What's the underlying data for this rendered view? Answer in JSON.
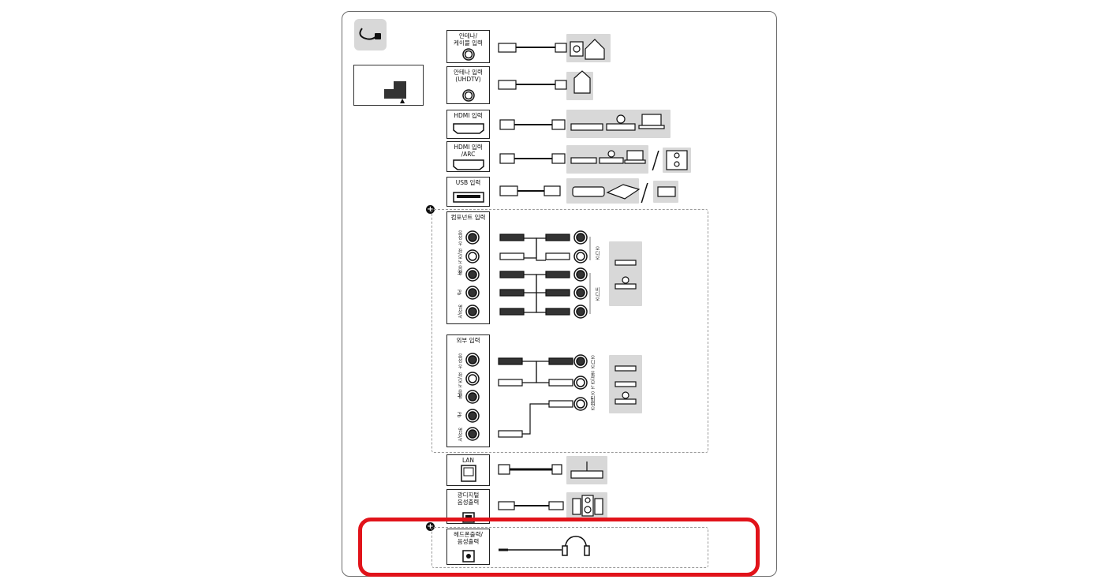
{
  "ports": {
    "antenna_cable": "안테나/\n케이블 입력",
    "antenna_uhd": "안테나 입력\n(UHDTV)",
    "hdmi": "HDMI 입력",
    "hdmi_arc": "HDMI 입력\n/ARC",
    "usb": "USB 입력",
    "component": "컴포넌트 입력",
    "external": "외부 입력",
    "lan": "LAN",
    "optical": "광디지털\n음성출력",
    "headphone": "헤드폰출력/\n음성출력"
  },
  "component_side_labels": [
    "음성 우",
    "좌/모노 음성",
    "Pr",
    "Pb",
    "영상/Y"
  ],
  "external_side_labels": [
    "음성 우",
    "좌/모노 음성",
    "Pr",
    "Pb",
    "영상/Y"
  ],
  "component_right_labels": {
    "audio": "오디오",
    "video": "비디오"
  },
  "external_right_labels": [
    "오디오 우",
    "좌/모노 오디오",
    "비디오"
  ],
  "separators": [
    "/",
    "/",
    "/"
  ],
  "colors": {
    "highlight": "#e1131a",
    "device_bg": "#d8d8d8"
  },
  "icons": [
    "cable-icon",
    "tv-back-icon",
    "house-antenna-icon",
    "set-top-box-icon",
    "disc-player-icon",
    "laptop-icon",
    "speaker-icon",
    "usb-drive-icon",
    "hard-drive-icon",
    "router-icon",
    "headphone-icon",
    "plus-icon"
  ]
}
